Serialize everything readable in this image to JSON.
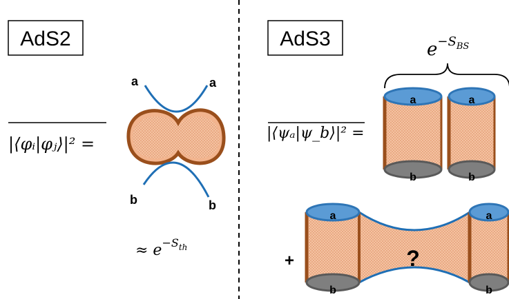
{
  "left_panel": {
    "title": "AdS2",
    "overlap_formula": "|⟨φᵢ|φⱼ⟩|² =",
    "approx_label": "≈ e",
    "approx_exponent": "−S",
    "approx_subscript": "th",
    "endpoint_top_left": "a",
    "endpoint_top_right": "a",
    "endpoint_bottom_left": "b",
    "endpoint_bottom_right": "b"
  },
  "right_panel": {
    "title": "AdS3",
    "overlap_formula": "|⟨ψₐ|ψ_b⟩|² =",
    "bracket_label": "e",
    "bracket_exponent": "−S",
    "bracket_subscript": "BS",
    "cylinder1_top": "a",
    "cylinder1_bottom": "b",
    "cylinder2_top": "a",
    "cylinder2_bottom": "b",
    "plus_sign": "+",
    "wormhole_left_top": "a",
    "wormhole_left_bottom": "b",
    "wormhole_right_top": "a",
    "wormhole_right_bottom": "b",
    "wormhole_mark": "?"
  },
  "colors": {
    "fill_orange": "#f2b48e",
    "edge_brown": "#9a4f1c",
    "cap_blue": "#5b9bd5",
    "cap_edge_blue": "#2e75b6",
    "bottom_grey": "#7f7f7f",
    "curve_blue": "#1f6fb5"
  }
}
